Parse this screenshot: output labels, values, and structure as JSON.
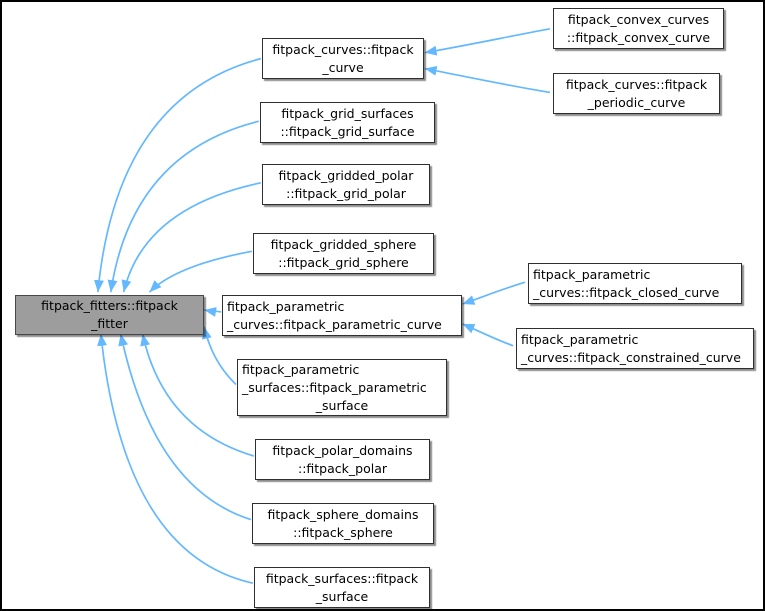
{
  "diagram": {
    "type": "class-inheritance-graph",
    "background": "#ffffff",
    "frame_color": "#000000",
    "arrow_color": "#63b8ff",
    "node_fill": "#ffffff",
    "node_border_color": "#2f2f2f",
    "highlight_node_fill": "#9d9d9d",
    "text_color": "#000000",
    "nodes": [
      {
        "id": "fitpack_fitter",
        "lines": [
          "fitpack_fitters::fitpack",
          "_fitter"
        ]
      },
      {
        "id": "fitpack_curve",
        "lines": [
          "fitpack_curves::fitpack",
          "_curve"
        ]
      },
      {
        "id": "fitpack_grid_surface",
        "lines": [
          "fitpack_grid_surfaces",
          "::fitpack_grid_surface"
        ]
      },
      {
        "id": "fitpack_grid_polar",
        "lines": [
          "fitpack_gridded_polar",
          "::fitpack_grid_polar"
        ]
      },
      {
        "id": "fitpack_grid_sphere",
        "lines": [
          "fitpack_gridded_sphere",
          "::fitpack_grid_sphere"
        ]
      },
      {
        "id": "fitpack_parametric_curve",
        "lines": [
          "fitpack_parametric",
          "_curves::fitpack_parametric_curve"
        ]
      },
      {
        "id": "fitpack_parametric_surface",
        "lines": [
          "fitpack_parametric",
          "_surfaces::fitpack_parametric",
          "_surface"
        ]
      },
      {
        "id": "fitpack_polar",
        "lines": [
          "fitpack_polar_domains",
          "::fitpack_polar"
        ]
      },
      {
        "id": "fitpack_sphere",
        "lines": [
          "fitpack_sphere_domains",
          "::fitpack_sphere"
        ]
      },
      {
        "id": "fitpack_surface",
        "lines": [
          "fitpack_surfaces::fitpack",
          "_surface"
        ]
      },
      {
        "id": "fitpack_convex_curve",
        "lines": [
          "fitpack_convex_curves",
          "::fitpack_convex_curve"
        ]
      },
      {
        "id": "fitpack_periodic_curve",
        "lines": [
          "fitpack_curves::fitpack",
          "_periodic_curve"
        ]
      },
      {
        "id": "fitpack_closed_curve",
        "lines": [
          "fitpack_parametric",
          "_curves::fitpack_closed_curve"
        ]
      },
      {
        "id": "fitpack_constrained_curve",
        "lines": [
          "fitpack_parametric",
          "_curves::fitpack_constrained_curve"
        ]
      }
    ],
    "edges": [
      {
        "from": "fitpack_curve",
        "to": "fitpack_fitter"
      },
      {
        "from": "fitpack_grid_surface",
        "to": "fitpack_fitter"
      },
      {
        "from": "fitpack_grid_polar",
        "to": "fitpack_fitter"
      },
      {
        "from": "fitpack_grid_sphere",
        "to": "fitpack_fitter"
      },
      {
        "from": "fitpack_parametric_curve",
        "to": "fitpack_fitter"
      },
      {
        "from": "fitpack_parametric_surface",
        "to": "fitpack_fitter"
      },
      {
        "from": "fitpack_polar",
        "to": "fitpack_fitter"
      },
      {
        "from": "fitpack_sphere",
        "to": "fitpack_fitter"
      },
      {
        "from": "fitpack_surface",
        "to": "fitpack_fitter"
      },
      {
        "from": "fitpack_convex_curve",
        "to": "fitpack_curve"
      },
      {
        "from": "fitpack_periodic_curve",
        "to": "fitpack_curve"
      },
      {
        "from": "fitpack_closed_curve",
        "to": "fitpack_parametric_curve"
      },
      {
        "from": "fitpack_constrained_curve",
        "to": "fitpack_parametric_curve"
      }
    ]
  }
}
